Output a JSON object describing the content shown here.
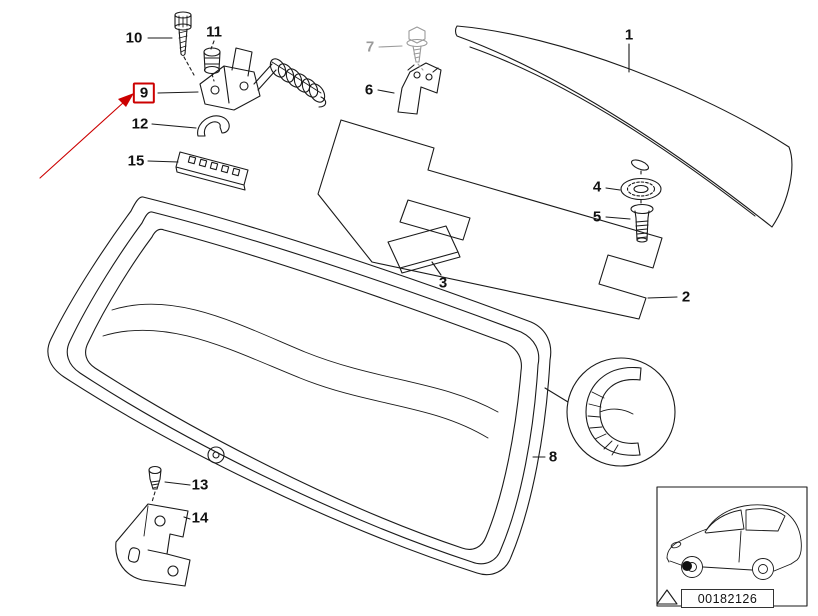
{
  "part_labels": {
    "n1": "1",
    "n2": "2",
    "n3": "3",
    "n4": "4",
    "n5": "5",
    "n6": "6",
    "n7": "7",
    "n8": "8",
    "n9": "9",
    "n10": "10",
    "n11": "11",
    "n12": "12",
    "n13": "13",
    "n14": "14",
    "n15": "15"
  },
  "highlight": {
    "selected_part": "9",
    "box_color": "#cc0000",
    "arrow_color": "#cc0000"
  },
  "muted": {
    "part": "7",
    "color": "#9a9a9a"
  },
  "footer": {
    "diagram_id": "00182126"
  },
  "icons": {
    "warning_triangle": "warning-triangle-icon",
    "vehicle_thumbnail": "vehicle-location-thumbnail",
    "detail_circle": "seal-cross-section-detail"
  }
}
